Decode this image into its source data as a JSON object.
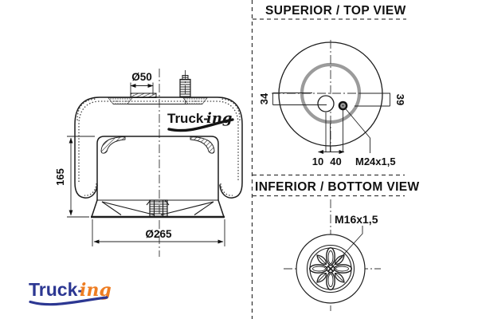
{
  "side_view": {
    "dim_port_diameter": "Ø50",
    "dim_height": "165",
    "dim_base_diameter": "Ø265",
    "body_logo": {
      "text_main": "Truck-",
      "text_suffix": "ing"
    }
  },
  "top_view": {
    "title": "SUPERIOR / TOP VIEW",
    "dim_left_offset": "34",
    "dim_right_offset": "39",
    "dim_hole_offset": "10",
    "dim_stud_offset": "40",
    "stud_thread": "M24x1,5"
  },
  "bottom_view": {
    "title": "INFERIOR / BOTTOM VIEW",
    "stud_thread": "M16x1,5"
  },
  "brand_logo": {
    "text_main": "Truck-",
    "text_suffix": "ing"
  },
  "colors": {
    "line": "#1c1c1c",
    "ring_gray": "#9b9b9b",
    "brand_blue": "#2c3792",
    "brand_orange": "#ee7d22"
  }
}
